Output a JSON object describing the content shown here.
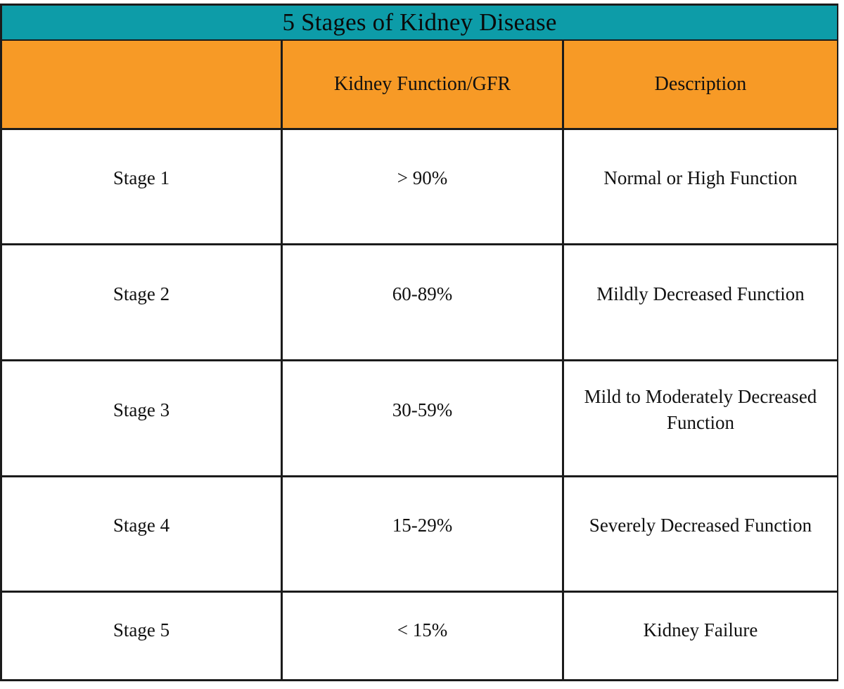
{
  "title": "5 Stages of Kidney Disease",
  "colors": {
    "title_bar": "#0D9CA8",
    "header_row": "#F79A26",
    "border": "#1B1B1B",
    "cell_background": "#FFFFFF",
    "text": "#111111"
  },
  "table": {
    "columns": [
      {
        "key": "stage",
        "header": ""
      },
      {
        "key": "gfr",
        "header": "Kidney Function/GFR"
      },
      {
        "key": "description",
        "header": "Description"
      }
    ],
    "rows": [
      {
        "stage": "Stage 1",
        "gfr": "> 90%",
        "description": "Normal or High Function"
      },
      {
        "stage": "Stage 2",
        "gfr": "60-89%",
        "description": "Mildly Decreased Function"
      },
      {
        "stage": "Stage 3",
        "gfr": "30-59%",
        "description": "Mild to Moderately Decreased Function"
      },
      {
        "stage": "Stage 4",
        "gfr": "15-29%",
        "description": "Severely Decreased Function"
      },
      {
        "stage": "Stage 5",
        "gfr": "< 15%",
        "description": "Kidney Failure"
      }
    ]
  }
}
